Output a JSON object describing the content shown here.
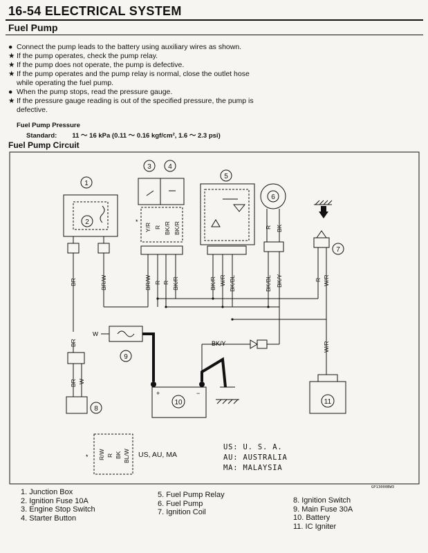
{
  "header": {
    "title": "16-54 ELECTRICAL SYSTEM"
  },
  "section": {
    "title": "Fuel Pump"
  },
  "instructions": [
    {
      "bullet": "●",
      "text": "Connect the pump leads to the battery using auxiliary wires as shown."
    },
    {
      "bullet": "★",
      "text": "If the pump operates, check the pump relay."
    },
    {
      "bullet": "★",
      "text": "If the pump does not operate, the pump is defective."
    },
    {
      "bullet": "★",
      "text": "If the pump operates and the pump relay is normal, close the outlet hose while operating the fuel pump."
    },
    {
      "bullet": "●",
      "text": "When the pump stops, read the pressure gauge."
    },
    {
      "bullet": "★",
      "text": "If the pressure gauge reading is out of the specified pressure, the pump is defective."
    }
  ],
  "spec": {
    "title": "Fuel Pump Pressure",
    "label": "Standard:",
    "value": "11 ～ 16 kPa (0.11 ～ 0.16 kgf/cm², 1.6 ～ 2.3 psi)"
  },
  "circuit": {
    "title": "Fuel Pump Circuit",
    "numbers": [
      "1",
      "2",
      "3",
      "4",
      "5",
      "6",
      "7",
      "8",
      "9",
      "10",
      "11"
    ],
    "wire_labels": {
      "br": "BR",
      "br_w": "BR/W",
      "r": "R",
      "bk_r": "BK/R",
      "w_r": "W/R",
      "bk_bl": "BK/BL",
      "bk_y": "BK/Y",
      "w": "W",
      "y_r": "Y/R",
      "bk": "BK",
      "bl_w": "BL/W",
      "r_w": "R/W"
    },
    "battery_plus": "+",
    "battery_minus": "−",
    "asterisk": "*"
  },
  "region_note": "US, AU, MA",
  "region_codes": [
    "US: U. S. A.",
    "AU: AUSTRALIA",
    "MA: MALAYSIA"
  ],
  "part_no": "GP13000BW3",
  "legend": {
    "col1": [
      "1. Junction Box",
      "2. Ignition Fuse 10A",
      "3. Engine Stop Switch",
      "4. Starter Button"
    ],
    "col2": [
      "5. Fuel Pump Relay",
      "6. Fuel Pump",
      "7. Ignition Coil"
    ],
    "col3": [
      "8. Ignition Switch",
      "9. Main Fuse 30A",
      "10. Battery",
      "11. IC Igniter"
    ]
  }
}
